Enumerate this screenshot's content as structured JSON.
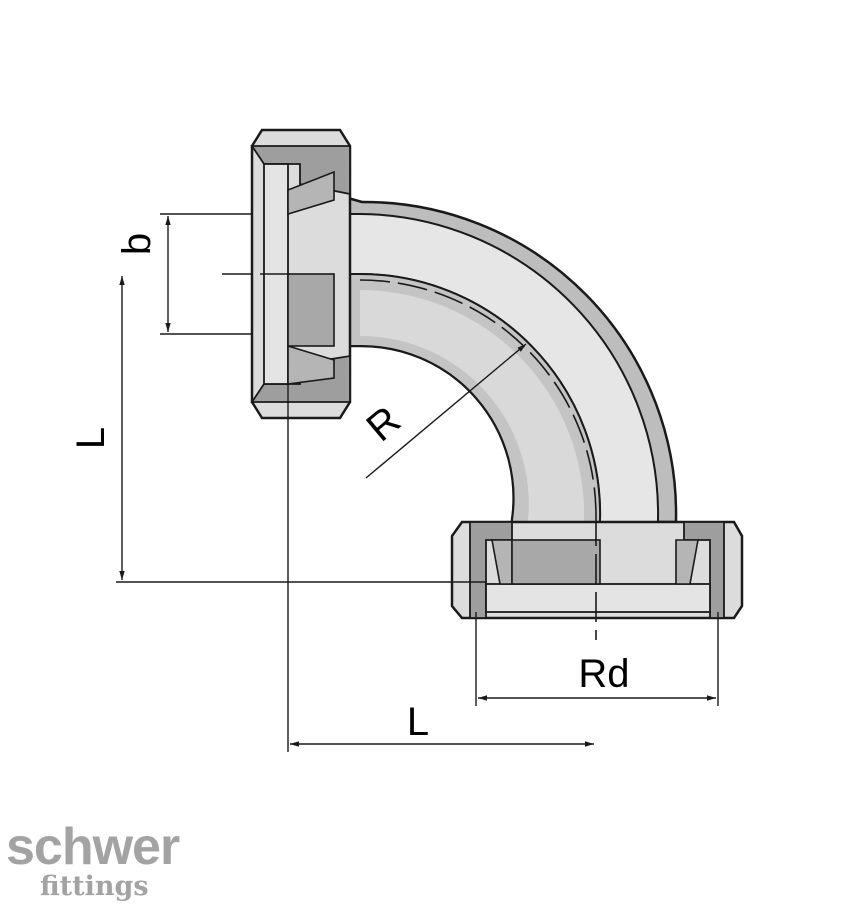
{
  "labels": {
    "b": "b",
    "L_vertical": "L",
    "R": "R",
    "Rd": "Rd",
    "L_horizontal": "L"
  },
  "logo": {
    "name": "schwer",
    "sub": "fittings"
  },
  "colors": {
    "wall": "#bdbdbd",
    "bore": "#e6e6e6",
    "line": "#1a1a1a",
    "logo": "#a3a3a3"
  }
}
